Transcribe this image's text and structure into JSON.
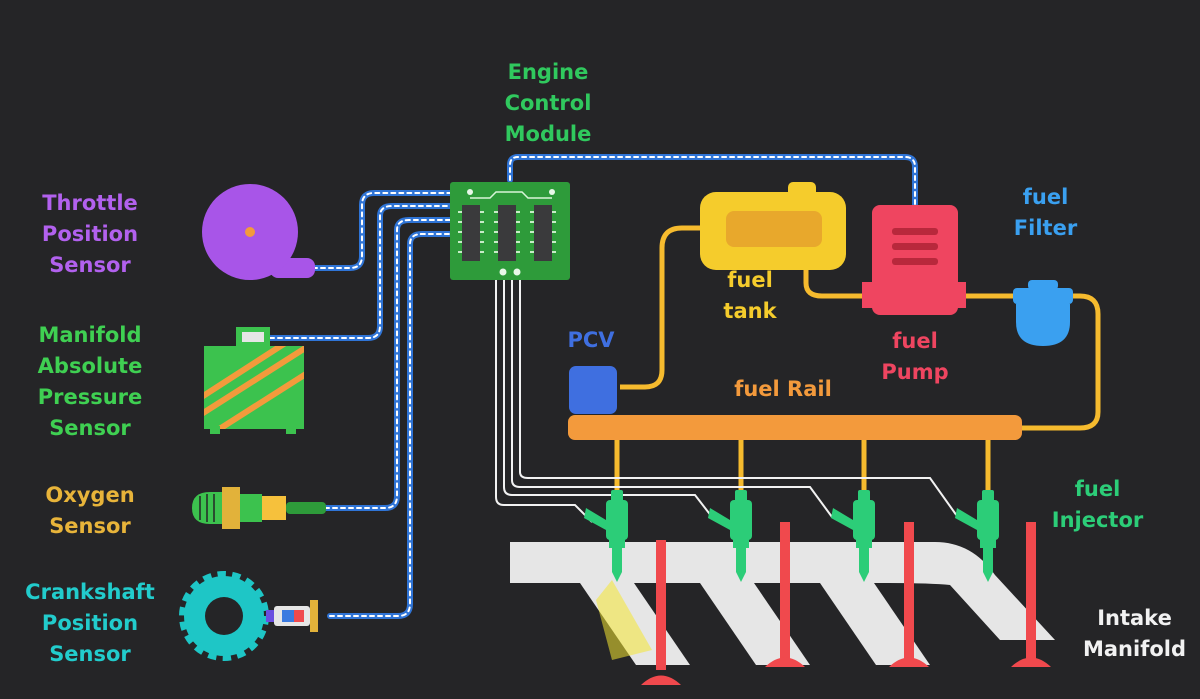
{
  "colors": {
    "background": "#252527",
    "ecm": "#2e9b3a",
    "wire_blue": "#2f74d6",
    "throttle": "#a855e8",
    "map_sensor": "#3cc24e",
    "oxygen": "#e2b23a",
    "crankshaft": "#1ec6c6",
    "fuel_tank": "#f5cc2c",
    "fuel_pump": "#ef4560",
    "fuel_filter": "#3aa0f0",
    "fuel_line": "#f6bb2e",
    "fuel_rail": "#f39a3c",
    "pcv": "#3f6fe0",
    "injector": "#2ccd78",
    "intake_manifold": "#e6e6e6",
    "valve": "#f0494d"
  },
  "labels": {
    "ecm": [
      "Engine",
      "Control",
      "Module"
    ],
    "throttle": [
      "Throttle",
      "Position",
      "Sensor"
    ],
    "map": [
      "Manifold",
      "Absolute",
      "Pressure",
      "Sensor"
    ],
    "oxygen": [
      "Oxygen",
      "Sensor"
    ],
    "crankshaft": [
      "Crankshaft",
      "Position",
      "Sensor"
    ],
    "fuel_tank": [
      "fuel",
      "tank"
    ],
    "fuel_pump": [
      "fuel",
      "Pump"
    ],
    "fuel_filter": [
      "fuel",
      "Filter"
    ],
    "pcv": [
      "PCV"
    ],
    "fuel_rail": [
      "fuel Rail"
    ],
    "fuel_injector": [
      "fuel",
      "Injector"
    ],
    "intake_manifold": [
      "Intake",
      "Manifold"
    ]
  }
}
